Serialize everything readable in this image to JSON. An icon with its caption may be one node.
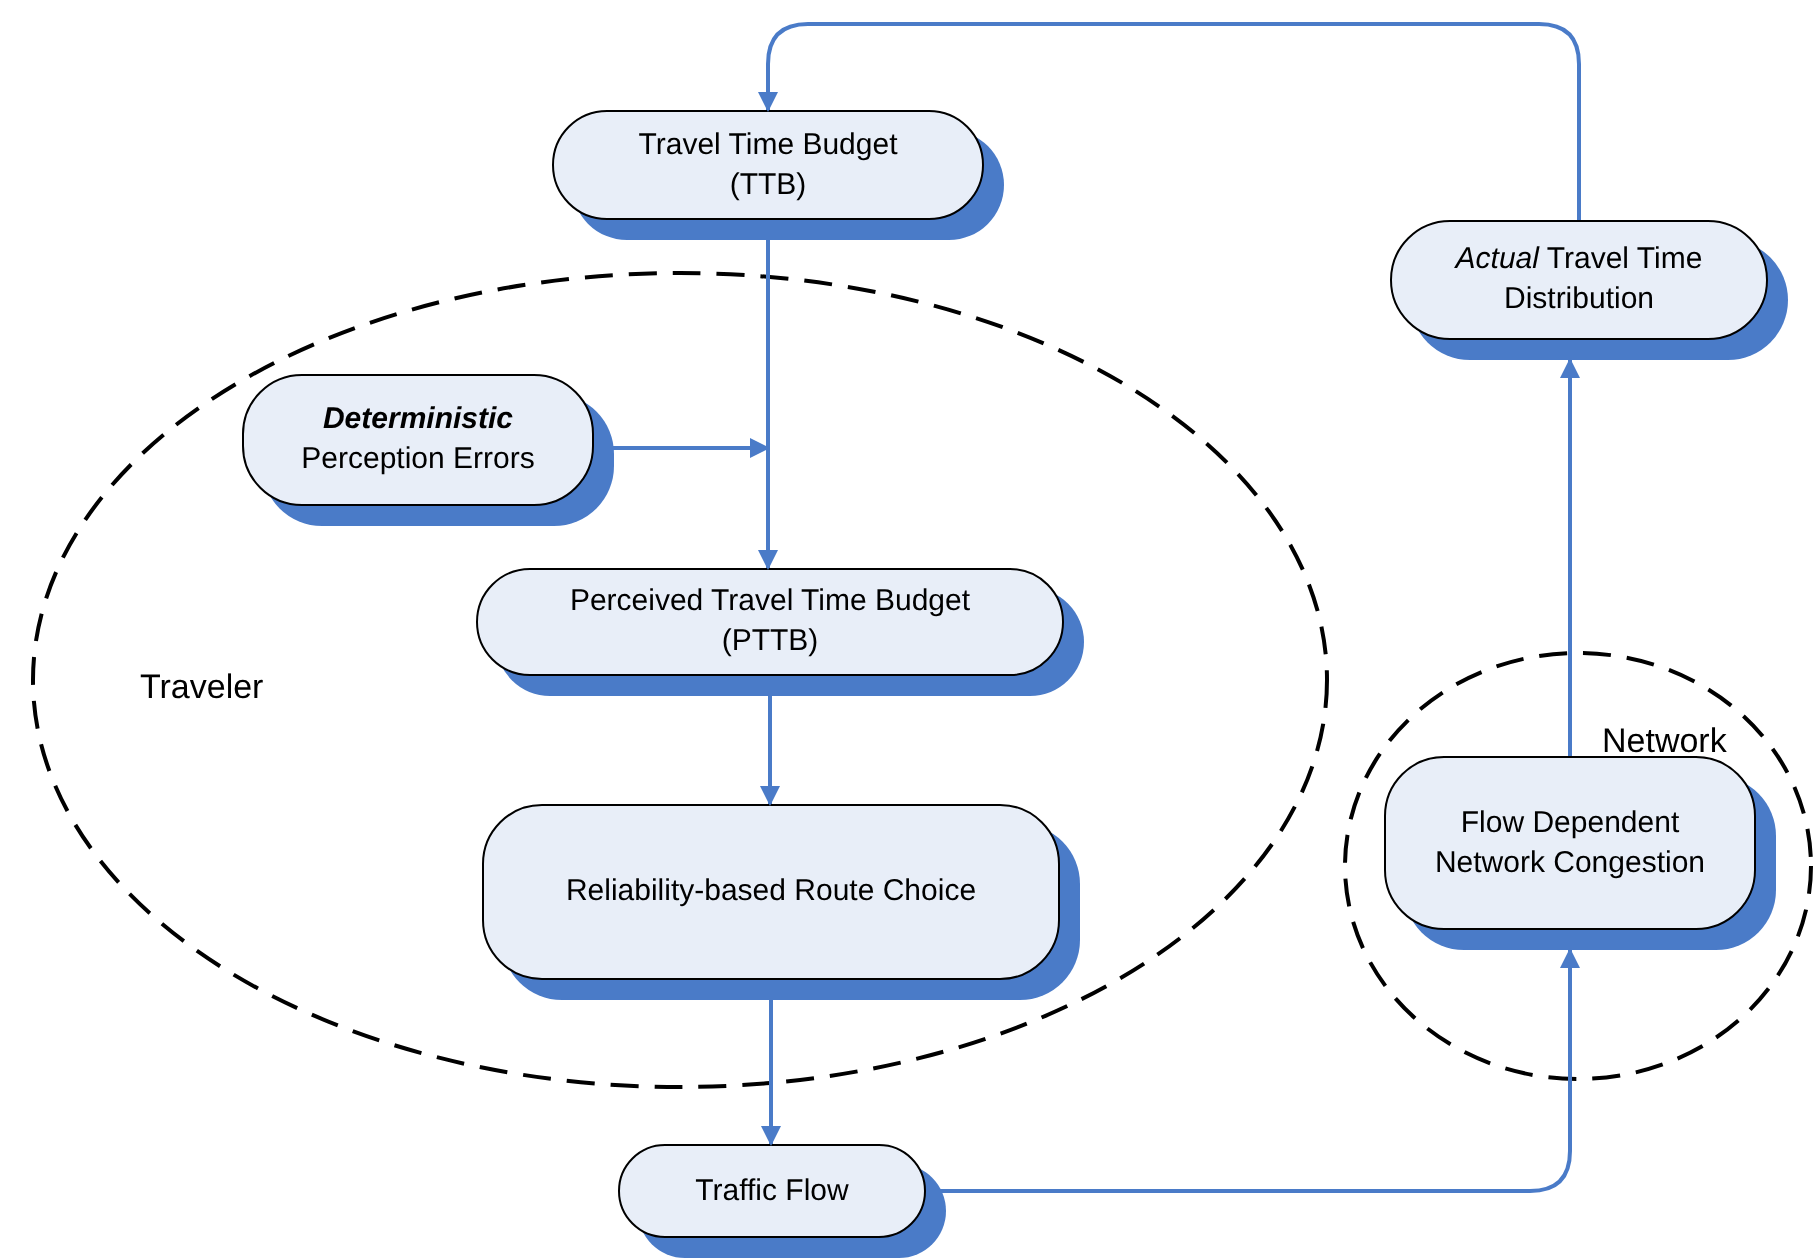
{
  "diagram": {
    "nodes": [
      {
        "text": [
          "Traveler"
        ]
      },
      {
        "text": [
          "Travel Time Budget (TTB)"
        ]
      },
      {
        "text": [
          "**Deterministic** Perception Errors"
        ],
        "in": 0
      },
      {
        "text": [
          "Perceived Travel Time Budget (PTTB)"
        ],
        "in": 0
      },
      {
        "text": [
          "Reliability-based Route Choice"
        ],
        "in": 0
      },
      {
        "text": [
          "Traffic Flow"
        ]
      },
      {
        "text": [
          "Network"
        ]
      },
      {
        "text": [
          "Flow Dependent Network Congestion"
        ],
        "in": 6
      },
      {
        "text": [
          "*Actual* Travel Time Distribution"
        ]
      }
    ],
    "edges": [
      {
        "from": 1,
        "to": 3,
        "arrow": "to"
      },
      {
        "from": 2,
        "to": null,
        "arrow": "to"
      },
      {
        "from": 3,
        "to": 4,
        "arrow": "to"
      },
      {
        "from": 4,
        "to": 5,
        "arrow": "to"
      },
      {
        "from": 5,
        "to": 7,
        "arrow": "to"
      },
      {
        "from": 7,
        "to": 8,
        "arrow": "to"
      },
      {
        "from": 8,
        "to": 1,
        "arrow": "to"
      }
    ]
  }
}
